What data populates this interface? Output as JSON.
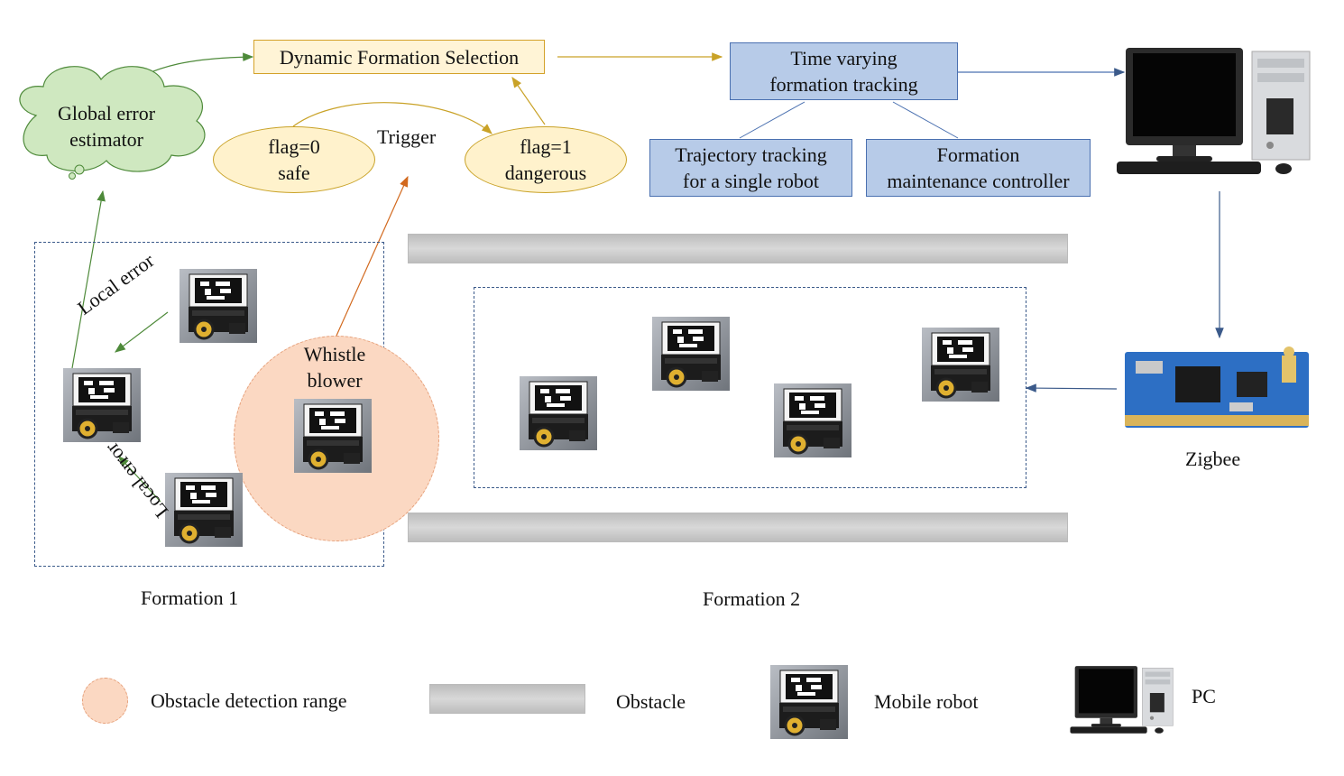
{
  "top": {
    "dynamic_formation_selection": "Dynamic Formation Selection",
    "time_varying_line1": "Time varying",
    "time_varying_line2": "formation tracking",
    "trajectory_line1": "Trajectory tracking",
    "trajectory_line2": "for a single robot",
    "formation_line1": "Formation",
    "formation_line2": "maintenance controller"
  },
  "estimator": {
    "line1": "Global error",
    "line2": "estimator"
  },
  "flags": {
    "safe_line1": "flag=0",
    "safe_line2": "safe",
    "danger_line1": "flag=1",
    "danger_line2": "dangerous",
    "trigger": "Trigger"
  },
  "formation1": {
    "label": "Formation 1",
    "local_error_upper": "Local error",
    "local_error_lower": "Local error",
    "whistle_line1": "Whistle",
    "whistle_line2": "blower"
  },
  "formation2": {
    "label": "Formation 2"
  },
  "zigbee": {
    "label": "Zigbee"
  },
  "legend": {
    "obstacle_range": "Obstacle detection range",
    "obstacle": "Obstacle",
    "mobile_robot": "Mobile robot",
    "pc": "PC"
  },
  "colors": {
    "blue_box": "#b7cbe8",
    "yellow_box": "#fff4d6",
    "cloud": "#cfe8c0",
    "detection_range": "#fbd8c2",
    "arrow_yellow": "#c9a227",
    "arrow_green": "#4e8a3a",
    "arrow_orange": "#d2691e",
    "arrow_blue": "#4a70b0"
  }
}
